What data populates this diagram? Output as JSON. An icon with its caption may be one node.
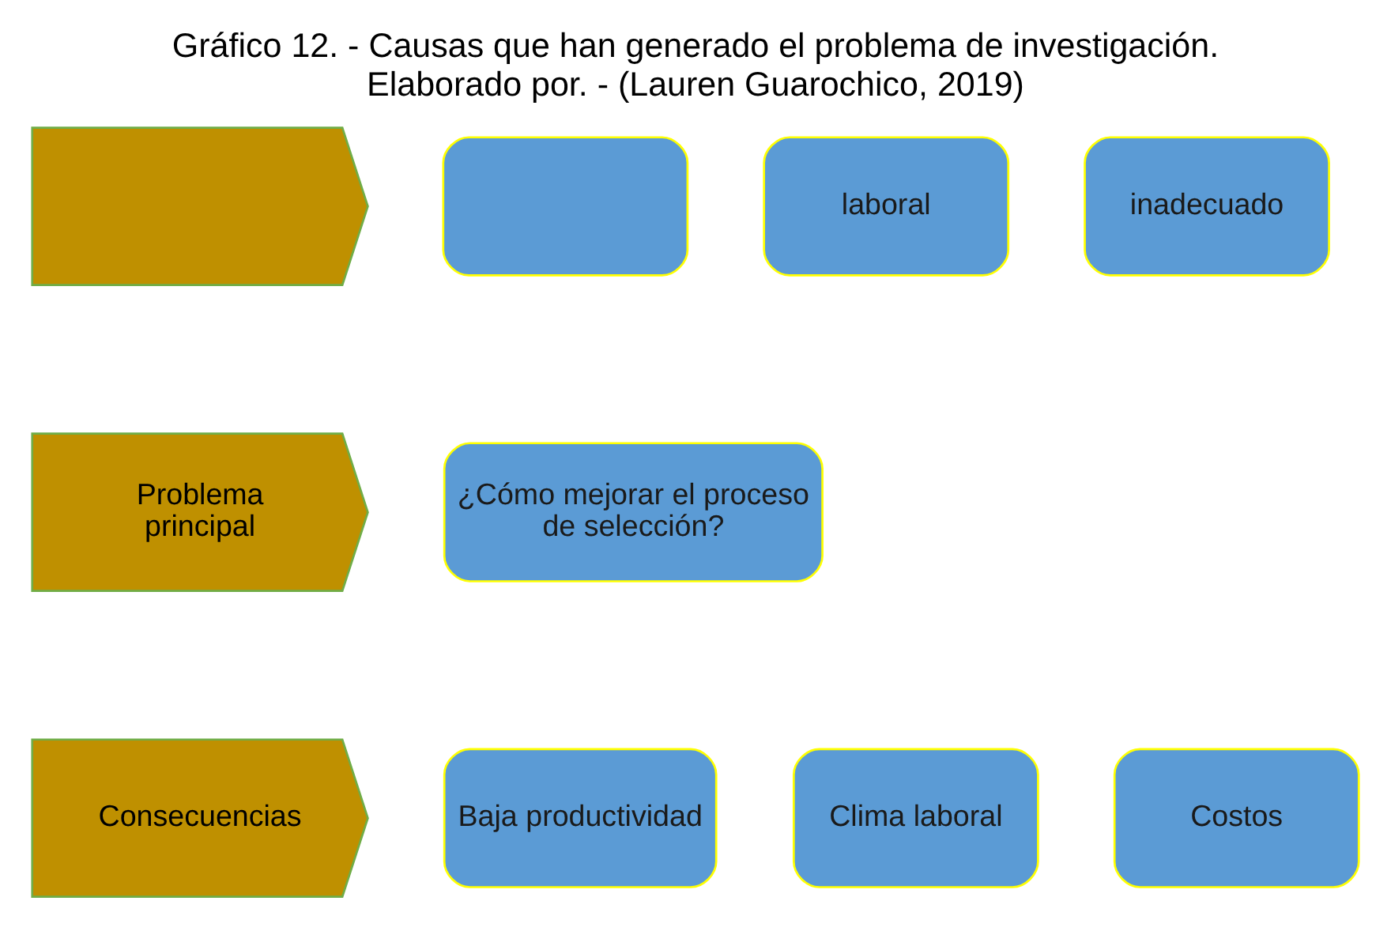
{
  "diagram": {
    "title": "Gráfico 12. - Causas que han generado el problema de investigación. Elaborado por. - (Lauren Guarochico, 2019)",
    "nodes": [
      {
        "text": [],
        "shape": "arrow"
      },
      {
        "text": [],
        "shape": "box"
      },
      {
        "text": [
          "laboral"
        ]
      },
      {
        "text": [
          "inadecuado"
        ]
      },
      {
        "text": [
          "Problema principal"
        ]
      },
      {
        "text": [
          "¿Cómo mejorar el proceso de selección?"
        ]
      },
      {
        "text": [
          "Consecuencias"
        ]
      },
      {
        "text": [
          "Baja productividad"
        ]
      },
      {
        "text": [
          "Clima laboral"
        ]
      },
      {
        "text": [
          "Costos"
        ]
      }
    ]
  }
}
